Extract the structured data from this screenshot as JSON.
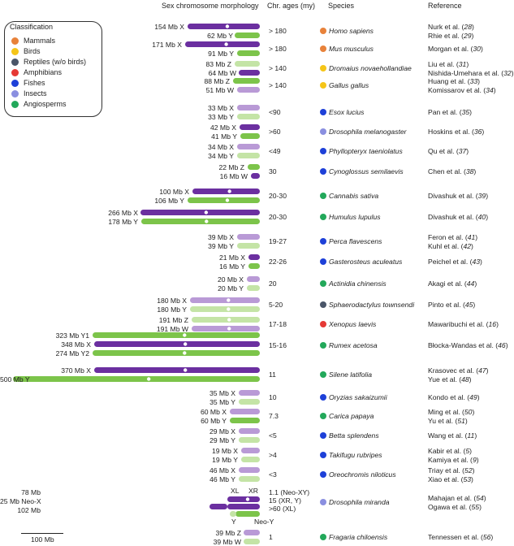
{
  "headers": {
    "morphology": "Sex chromosome morphology",
    "ages": "Chr. ages (my)",
    "species": "Species",
    "reference": "Reference"
  },
  "legend": {
    "title": "Classification",
    "items": [
      {
        "label": "Mammals",
        "color": "#e8823a"
      },
      {
        "label": "Birds",
        "color": "#f5c518"
      },
      {
        "label": "Reptiles (w/o birds)",
        "color": "#4a5568"
      },
      {
        "label": "Amphibians",
        "color": "#e53935"
      },
      {
        "label": "Fishes",
        "color": "#1e40d8"
      },
      {
        "label": "Insects",
        "color": "#8a8fe0"
      },
      {
        "label": "Angiosperms",
        "color": "#22a85a"
      }
    ]
  },
  "scale_bar": "100 Mb",
  "rows": [
    {
      "labels": [
        "154 Mb  X",
        "62 Mb  Y"
      ],
      "age": "> 180",
      "species": "Homo sapiens",
      "class_color": "#e8823a",
      "refs": [
        [
          "Nurk et al. (",
          "28",
          ")"
        ],
        [
          "Rhie et al. (",
          "29",
          ")"
        ]
      ]
    },
    {
      "labels": [
        "171 Mb  X",
        "91 Mb  Y"
      ],
      "age": "> 180",
      "species": "Mus musculus",
      "class_color": "#e8823a",
      "refs": [
        [
          "Morgan et al. (",
          "30",
          ")"
        ]
      ]
    },
    {
      "labels": [
        "83 Mb  Z",
        "64 Mb  W"
      ],
      "age": "> 140",
      "species": "Dromaius novaehollandiae",
      "class_color": "#f5c518",
      "refs": [
        [
          "Liu et al. (",
          "31",
          ")"
        ],
        [
          "Nishida-Umehara et al. (",
          "32",
          ")"
        ]
      ]
    },
    {
      "labels": [
        "88 Mb  Z",
        "51 Mb  W"
      ],
      "age": "> 140",
      "species": "Gallus gallus",
      "class_color": "#f5c518",
      "refs": [
        [
          "Huang et al. (",
          "33",
          ")"
        ],
        [
          "Komissarov et al. (",
          "34",
          ")"
        ]
      ]
    },
    {
      "labels": [
        "33 Mb  X",
        "33 Mb  Y"
      ],
      "age": "<90",
      "species": "Esox lucius",
      "class_color": "#1e40d8",
      "refs": [
        [
          "Pan et al. (",
          "35",
          ")"
        ]
      ]
    },
    {
      "labels": [
        "42 Mb  X",
        "41 Mb  Y"
      ],
      "age": ">60",
      "species": "Drosophila melanogaster",
      "class_color": "#8a8fe0",
      "refs": [
        [
          "Hoskins et al. (",
          "36",
          ")"
        ]
      ]
    },
    {
      "labels": [
        "34 Mb  X",
        "34 Mb  Y"
      ],
      "age": "<49",
      "species": "Phyllopteryx taeniolatus",
      "class_color": "#1e40d8",
      "refs": [
        [
          "Qu et al. (",
          "37",
          ")"
        ]
      ]
    },
    {
      "labels": [
        "22 Mb  Z",
        "16 Mb  W"
      ],
      "age": "30",
      "species": "Cynoglossus semilaevis",
      "class_color": "#1e40d8",
      "refs": [
        [
          "Chen et al. (",
          "38",
          ")"
        ]
      ]
    },
    {
      "labels": [
        "100 Mb  X",
        "106 Mb  Y"
      ],
      "age": "20-30",
      "species": "Cannabis sativa",
      "class_color": "#22a85a",
      "refs": [
        [
          "Divashuk et al. (",
          "39",
          ")"
        ]
      ]
    },
    {
      "labels": [
        "266 Mb  X",
        "178 Mb  Y"
      ],
      "age": "20-30",
      "species": "Humulus lupulus",
      "class_color": "#22a85a",
      "refs": [
        [
          "Divashuk et al. (",
          "40",
          ")"
        ]
      ]
    },
    {
      "labels": [
        "39 Mb  X",
        "39 Mb  Y"
      ],
      "age": "19-27",
      "species": "Perca flavescens",
      "class_color": "#1e40d8",
      "refs": [
        [
          "Feron et al. (",
          "41",
          ")"
        ],
        [
          "Kuhl et al. (",
          "42",
          ")"
        ]
      ]
    },
    {
      "labels": [
        "21 Mb  X",
        "16 Mb  Y"
      ],
      "age": "22-26",
      "species": "Gasterosteus aculeatus",
      "class_color": "#1e40d8",
      "refs": [
        [
          "Peichel et al. (",
          "43",
          ")"
        ]
      ]
    },
    {
      "labels": [
        "20 Mb  X",
        "20 Mb  Y"
      ],
      "age": "20",
      "species": "Actinidia chinensis",
      "class_color": "#22a85a",
      "refs": [
        [
          "Akagi et al. (",
          "44",
          ")"
        ]
      ]
    },
    {
      "labels": [
        "180 Mb  X",
        "180 Mb  Y"
      ],
      "age": "5-20",
      "species": "Sphaerodactylus townsendi",
      "class_color": "#4a5568",
      "refs": [
        [
          "Pinto et al. (",
          "45",
          ")"
        ]
      ]
    },
    {
      "labels": [
        "191 Mb  Z",
        "191 Mb  W"
      ],
      "age": "17-18",
      "species": "Xenopus laevis",
      "class_color": "#e53935",
      "refs": [
        [
          "Mawaribuchi et al. (",
          "16",
          ")"
        ]
      ]
    },
    {
      "labels": [
        "323 Mb  Y1",
        "348 Mb  X",
        "274 Mb  Y2"
      ],
      "age": "15-16",
      "species": "Rumex acetosa",
      "class_color": "#22a85a",
      "refs": [
        [
          "Błocka-Wandas et al. (",
          "46",
          ")"
        ]
      ]
    },
    {
      "labels": [
        "370 Mb  X",
        "500 Mb  Y"
      ],
      "age": "11",
      "species": "Silene latifolia",
      "class_color": "#22a85a",
      "refs": [
        [
          "Krasovec et al. (",
          "47",
          ")"
        ],
        [
          "Yue et al. (",
          "48",
          ")"
        ]
      ]
    },
    {
      "labels": [
        "35 Mb  X",
        "35 Mb  Y"
      ],
      "age": "10",
      "species": "Oryzias sakaizumii",
      "class_color": "#1e40d8",
      "refs": [
        [
          "Kondo et al. (",
          "49",
          ")"
        ]
      ]
    },
    {
      "labels": [
        "60 Mb  X",
        "60 Mb  Y"
      ],
      "age": "7.3",
      "species": "Carica papaya",
      "class_color": "#22a85a",
      "refs": [
        [
          "Ming et al. (",
          "50",
          ")"
        ],
        [
          "Yu et al. (",
          "51",
          ")"
        ]
      ]
    },
    {
      "labels": [
        "29 Mb  X",
        "29 Mb  Y"
      ],
      "age": "<5",
      "species": "Betta splendens",
      "class_color": "#1e40d8",
      "refs": [
        [
          "Wang et al. (",
          "11",
          ")"
        ]
      ]
    },
    {
      "labels": [
        "19 Mb  X",
        "19 Mb  Y"
      ],
      "age": ">4",
      "species": "Takifugu rubripes",
      "class_color": "#1e40d8",
      "refs": [
        [
          "Kabir et al. (",
          "5",
          ")"
        ],
        [
          "Kamiya et al. (",
          "9",
          ")"
        ]
      ]
    },
    {
      "labels": [
        "46 Mb  X",
        "46 Mb  Y"
      ],
      "age": "<3",
      "species": "Oreochromis niloticus",
      "class_color": "#1e40d8",
      "refs": [
        [
          "Triay et al. (",
          "52",
          ")"
        ],
        [
          "Xiao et al. (",
          "53",
          ")"
        ]
      ]
    },
    {
      "labels": [
        "78 Mb",
        "25 Mb  Neo-X",
        "102 Mb"
      ],
      "arm_labels": [
        "XL",
        "XR",
        "Y",
        "Neo-Y"
      ],
      "age_lines": [
        "1.1 (Neo-XY)",
        "15 (XR, Y)",
        ">60 (XL)"
      ],
      "species": "Drosophila miranda",
      "class_color": "#8a8fe0",
      "refs": [
        [
          "Mahajan et al. (",
          "54",
          ")"
        ],
        [
          "Ogawa et al. (",
          "55",
          ")"
        ]
      ]
    },
    {
      "labels": [
        "39 Mb  Z",
        "39 Mb  W"
      ],
      "age": "1",
      "species": "Fragaria chiloensis",
      "class_color": "#22a85a",
      "refs": [
        [
          "Tennessen et al. (",
          "56",
          ")"
        ]
      ]
    }
  ]
}
